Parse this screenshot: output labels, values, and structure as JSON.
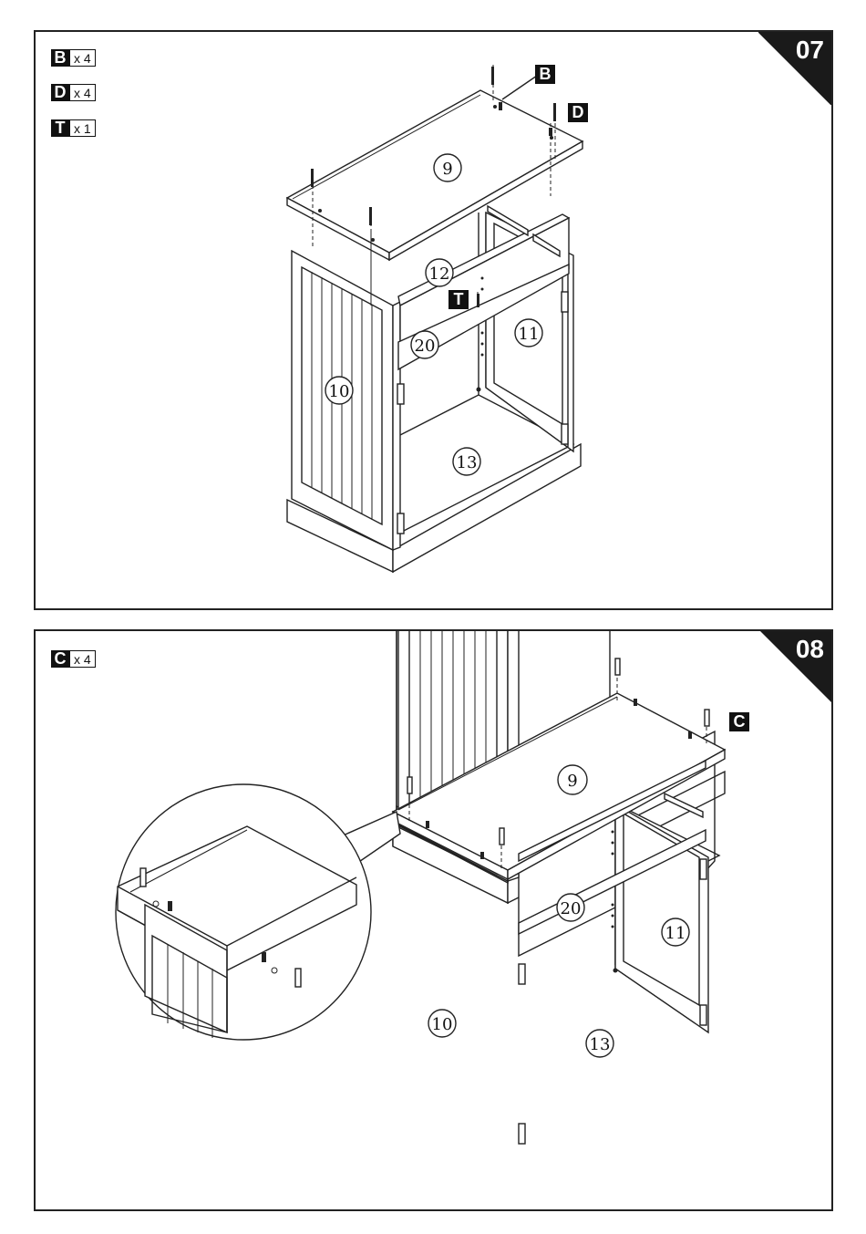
{
  "step07": {
    "number": "07",
    "hardware": [
      {
        "letter": "B",
        "qty": "x 4"
      },
      {
        "letter": "D",
        "qty": "x 4"
      },
      {
        "letter": "T",
        "qty": "x 1"
      }
    ],
    "callouts": {
      "b": "B",
      "d": "D",
      "t": "T"
    },
    "parts": {
      "top": "9",
      "side_left": "10",
      "side_right": "11",
      "rail_top": "12",
      "bottom": "13",
      "rail_mid": "20"
    }
  },
  "step08": {
    "number": "08",
    "hardware": [
      {
        "letter": "C",
        "qty": "x 4"
      }
    ],
    "callouts": {
      "c": "C"
    },
    "parts": {
      "top": "9",
      "side_left": "10",
      "side_right": "11",
      "bottom": "13",
      "rail_mid": "20"
    }
  }
}
